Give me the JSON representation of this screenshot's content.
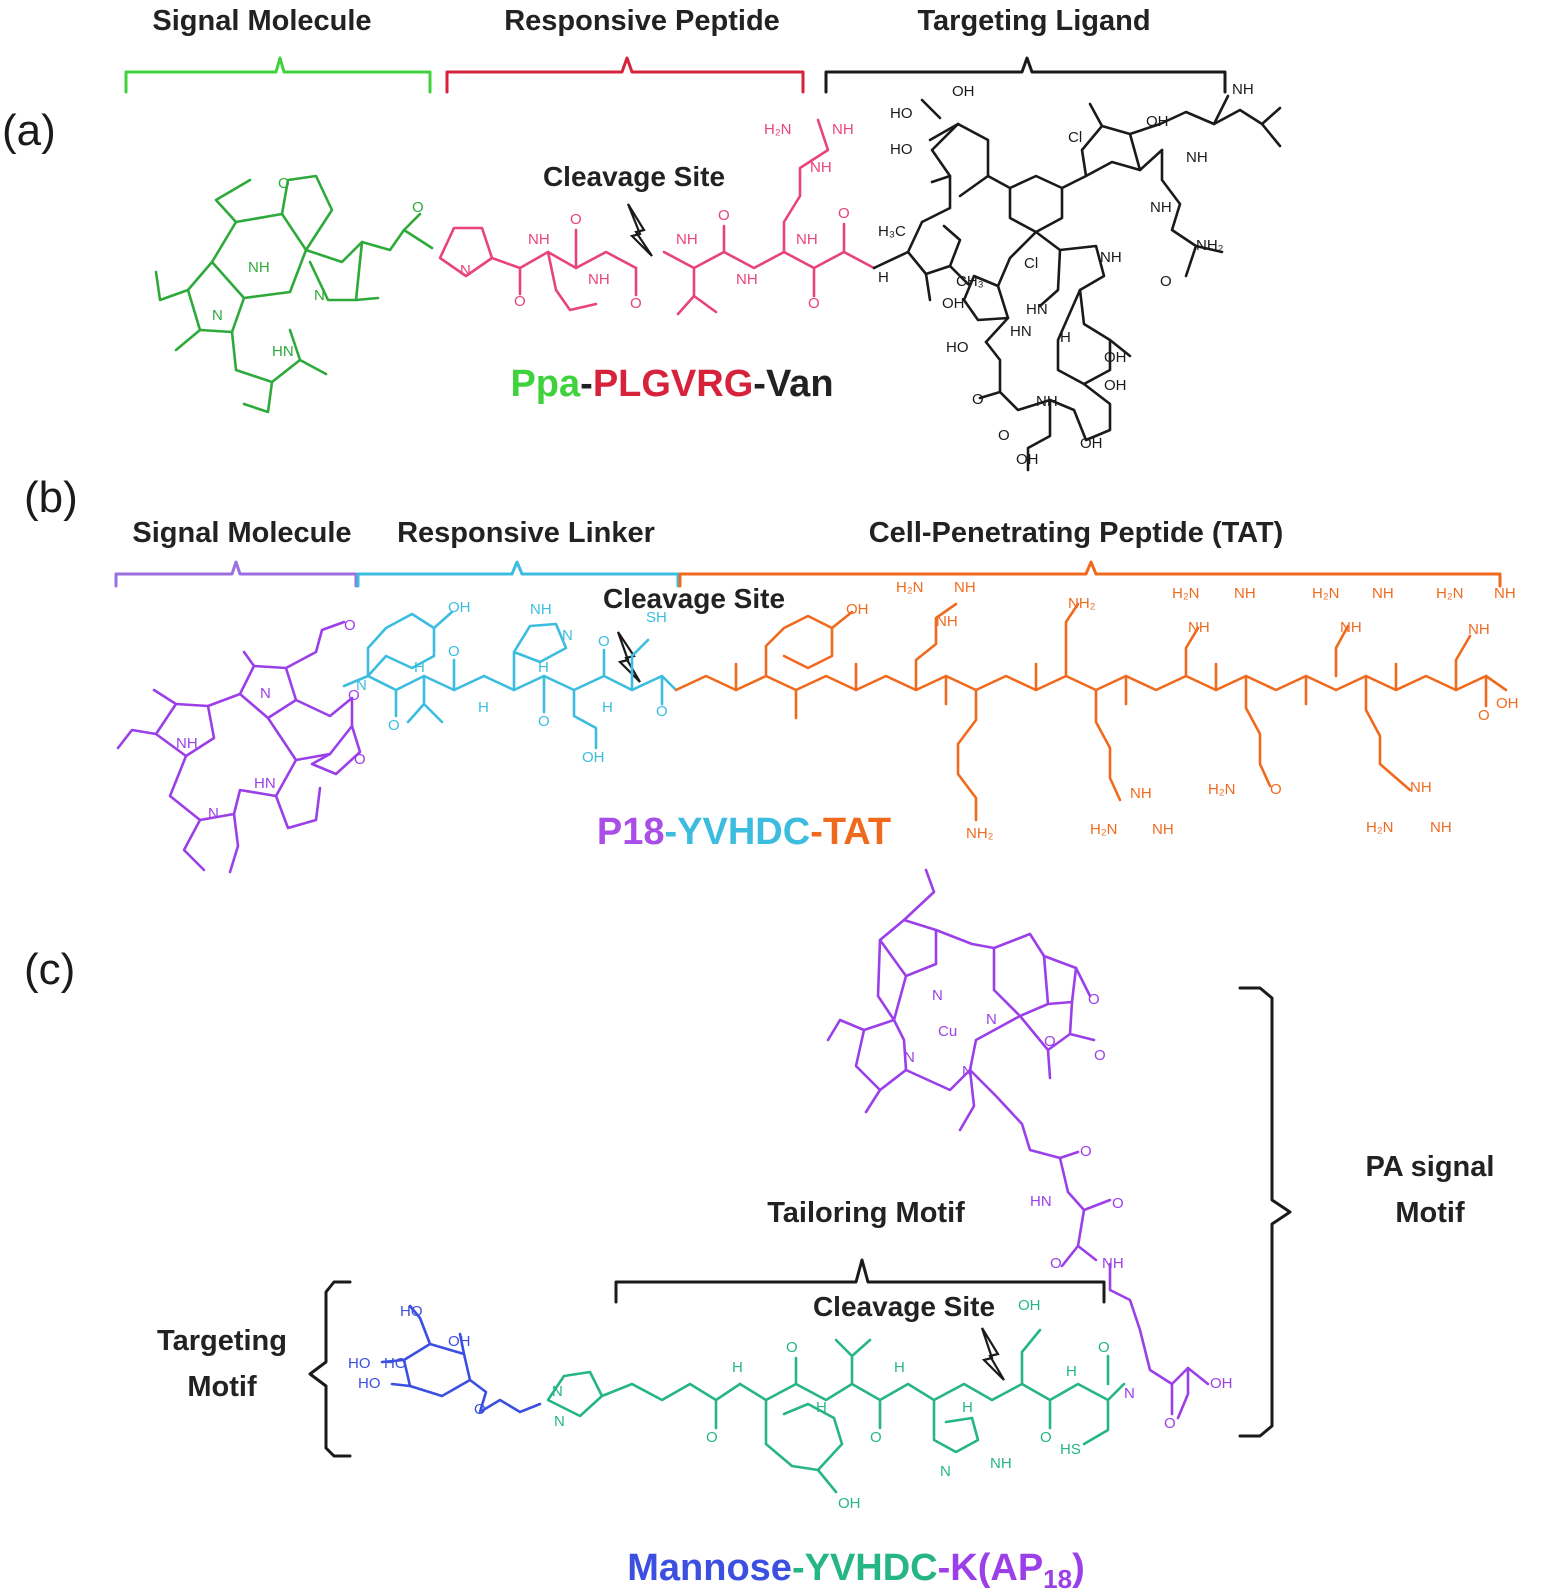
{
  "colors": {
    "green": "#2eaa3b",
    "bright_green": "#3fd23c",
    "pink": "#e8437a",
    "red": "#d6223a",
    "black": "#1a1a1a",
    "purple": "#9b3fe8",
    "cyan": "#3cbde0",
    "orange": "#f06a1e",
    "teal": "#26b585",
    "blue": "#3b4fe0"
  },
  "panel_a": {
    "label": "(a)",
    "header_signal": "Signal Molecule",
    "header_responsive": "Responsive Peptide",
    "header_targeting": "Targeting Ligand",
    "cleavage_label": "Cleavage Site",
    "name_part1": "Ppa",
    "name_sep1": "-",
    "name_part2": "PLGVRG",
    "name_sep2": "-",
    "name_part3": "Van"
  },
  "panel_b": {
    "label": "(b)",
    "header_signal": "Signal Molecule",
    "header_linker": "Responsive Linker",
    "header_cpp": "Cell-Penetrating Peptide (TAT)",
    "cleavage_label": "Cleavage Site",
    "name_part1": "P18",
    "name_sep1": "-",
    "name_part2": "YVHDC",
    "name_sep2": "-",
    "name_part3": "TAT"
  },
  "panel_c": {
    "label": "(c)",
    "tailoring_label": "Tailoring Motif",
    "cleavage_label": "Cleavage Site",
    "pa_label_line1": "PA signal",
    "pa_label_line2": "Motif",
    "targeting_label_line1": "Targeting",
    "targeting_label_line2": "Motif",
    "name_part1": "Mannose",
    "name_sep1": "-",
    "name_part2": "YVHDC",
    "name_sep2": "-",
    "name_part3": "K(AP",
    "name_sub": "18",
    "name_close": ")"
  },
  "atoms": {
    "o": "O",
    "n": "N",
    "nh": "NH",
    "hn": "HN",
    "h": "H",
    "oh": "OH",
    "ho": "HO",
    "h2n": "H₂N",
    "nh2": "NH₂",
    "sh": "SH",
    "hs": "HS",
    "cl": "Cl",
    "cu": "Cu",
    "ch3": "CH₃",
    "h3c": "H₃C"
  }
}
